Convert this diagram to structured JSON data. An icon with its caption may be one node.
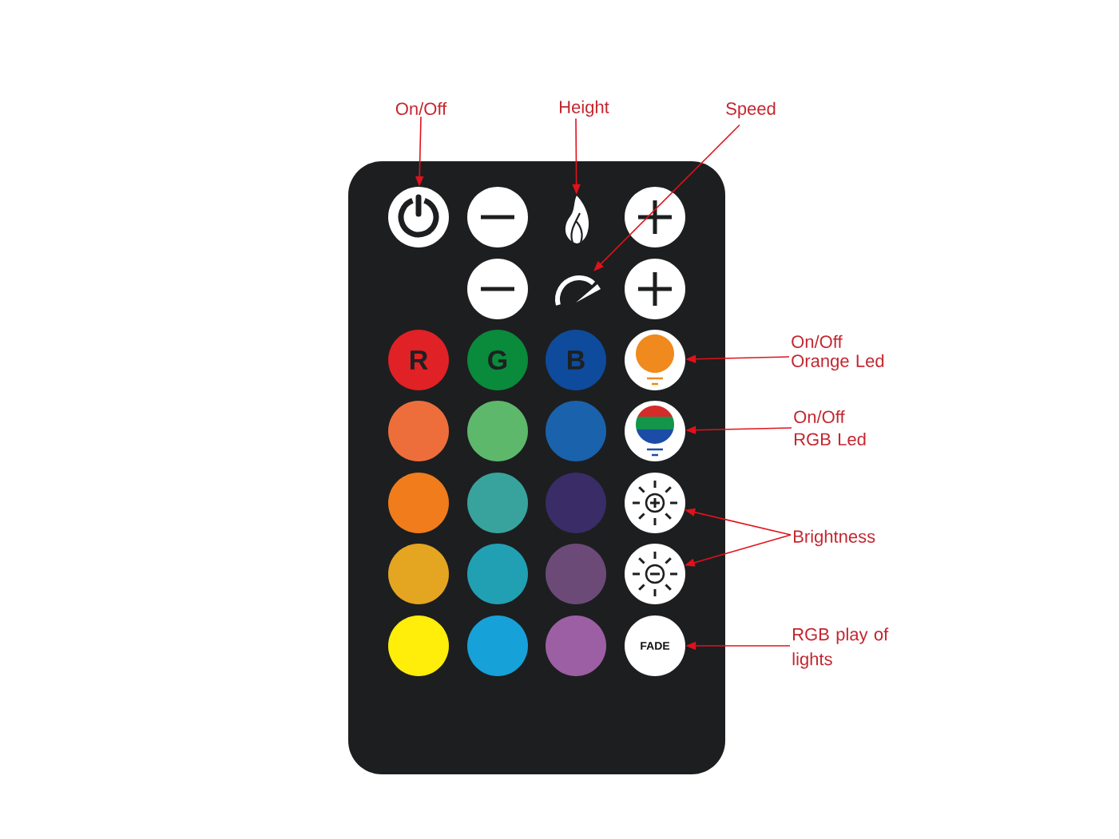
{
  "diagram": {
    "nodes": [
      {
        "text": [
          "On/Off"
        ]
      },
      {
        "text": [
          "Height"
        ]
      },
      {
        "text": [
          "Speed"
        ]
      },
      {
        "text": [],
        "shape": "box"
      },
      {
        "text": [],
        "shape": "circle",
        "in": 3
      },
      {
        "text": [],
        "shape": "circle",
        "in": 3
      },
      {
        "text": [],
        "shape": "picture",
        "in": 3
      },
      {
        "text": [],
        "shape": "circle",
        "in": 3
      },
      {
        "text": [],
        "shape": "circle",
        "in": 3
      },
      {
        "text": [],
        "shape": "picture",
        "in": 3
      },
      {
        "text": [],
        "shape": "circle",
        "in": 3
      },
      {
        "text": [
          "R"
        ],
        "in": 3
      },
      {
        "text": [
          "G"
        ],
        "in": 3
      },
      {
        "text": [
          "B"
        ],
        "in": 3
      },
      {
        "text": [],
        "shape": "circle",
        "in": 3
      },
      {
        "text": [
          "On/Off Orange Led"
        ]
      },
      {
        "text": [],
        "shape": "circle",
        "in": 3
      },
      {
        "text": [],
        "shape": "circle",
        "in": 3
      },
      {
        "text": [],
        "shape": "circle",
        "in": 3
      },
      {
        "text": [],
        "shape": "circle",
        "in": 3
      },
      {
        "text": [
          "On/Off RGB Led"
        ]
      },
      {
        "text": [],
        "shape": "circle",
        "in": 3
      },
      {
        "text": [],
        "shape": "circle",
        "in": 3
      },
      {
        "text": [],
        "shape": "circle",
        "in": 3
      },
      {
        "text": [],
        "shape": "circle",
        "in": 3
      },
      {
        "text": [
          "Brightness"
        ]
      },
      {
        "text": [],
        "shape": "circle",
        "in": 3
      },
      {
        "text": [],
        "shape": "circle",
        "in": 3
      },
      {
        "text": [],
        "shape": "circle",
        "in": 3
      },
      {
        "text": [],
        "shape": "circle",
        "in": 3
      },
      {
        "text": [],
        "shape": "circle",
        "in": 3
      },
      {
        "text": [],
        "shape": "circle",
        "in": 3
      },
      {
        "text": [],
        "shape": "circle",
        "in": 3
      },
      {
        "text": [
          "FADE"
        ],
        "in": 3
      },
      {
        "text": [
          "RGB play of lights"
        ]
      }
    ],
    "edges": [
      {
        "from": 0,
        "to": 4,
        "arrow": "to"
      },
      {
        "from": 1,
        "to": 6,
        "arrow": "to"
      },
      {
        "from": 2,
        "to": 9,
        "arrow": "to"
      },
      {
        "from": 15,
        "to": 14,
        "arrow": "to"
      },
      {
        "from": 20,
        "to": 19,
        "arrow": "to"
      },
      {
        "from": 25,
        "to": 24,
        "arrow": "to"
      },
      {
        "from": 25,
        "to": 29,
        "arrow": "to"
      },
      {
        "from": 34,
        "to": 33,
        "arrow": "to"
      }
    ]
  }
}
